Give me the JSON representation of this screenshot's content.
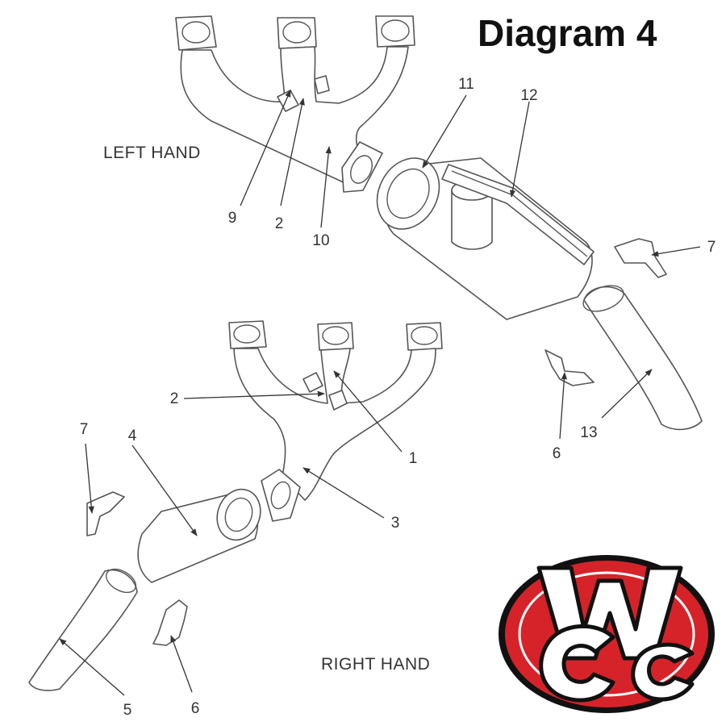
{
  "diagram": {
    "title": "Diagram 4",
    "sections": {
      "left": "LEFT HAND",
      "right": "RIGHT HAND"
    },
    "callouts": {
      "c1": "1",
      "c2a": "2",
      "c2b": "2",
      "c3": "3",
      "c4": "4",
      "c5": "5",
      "c6a": "6",
      "c6b": "6",
      "c7a": "7",
      "c7b": "7",
      "c9": "9",
      "c10": "10",
      "c11": "11",
      "c12": "12",
      "c13": "13"
    },
    "logo": {
      "text": "WCC",
      "colors": {
        "red": "#d6232a",
        "black": "#111111",
        "white": "#ffffff"
      }
    }
  }
}
